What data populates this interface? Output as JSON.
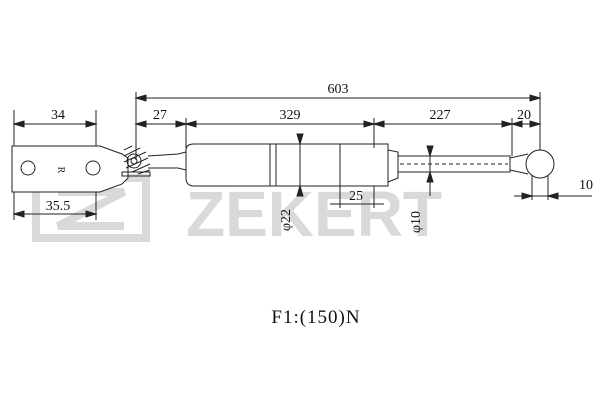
{
  "brand": {
    "name": "ZEKERT",
    "watermark_color": "#d9d9d9"
  },
  "dimensions": {
    "overall_length": "603",
    "eye_length": "34",
    "bracket_offset": "27",
    "body_length": "329",
    "rod_length": "227",
    "ball_end": "20",
    "ball_diameter": "10",
    "bracket_hole_spacing": "35.5",
    "sleeve_length": "25",
    "body_diameter": "φ22",
    "rod_diameter": "φ10"
  },
  "bracket_marking": "R",
  "force_label": "F1:(150)N",
  "colors": {
    "line": "#222222",
    "body_fill": "#ffffff"
  }
}
